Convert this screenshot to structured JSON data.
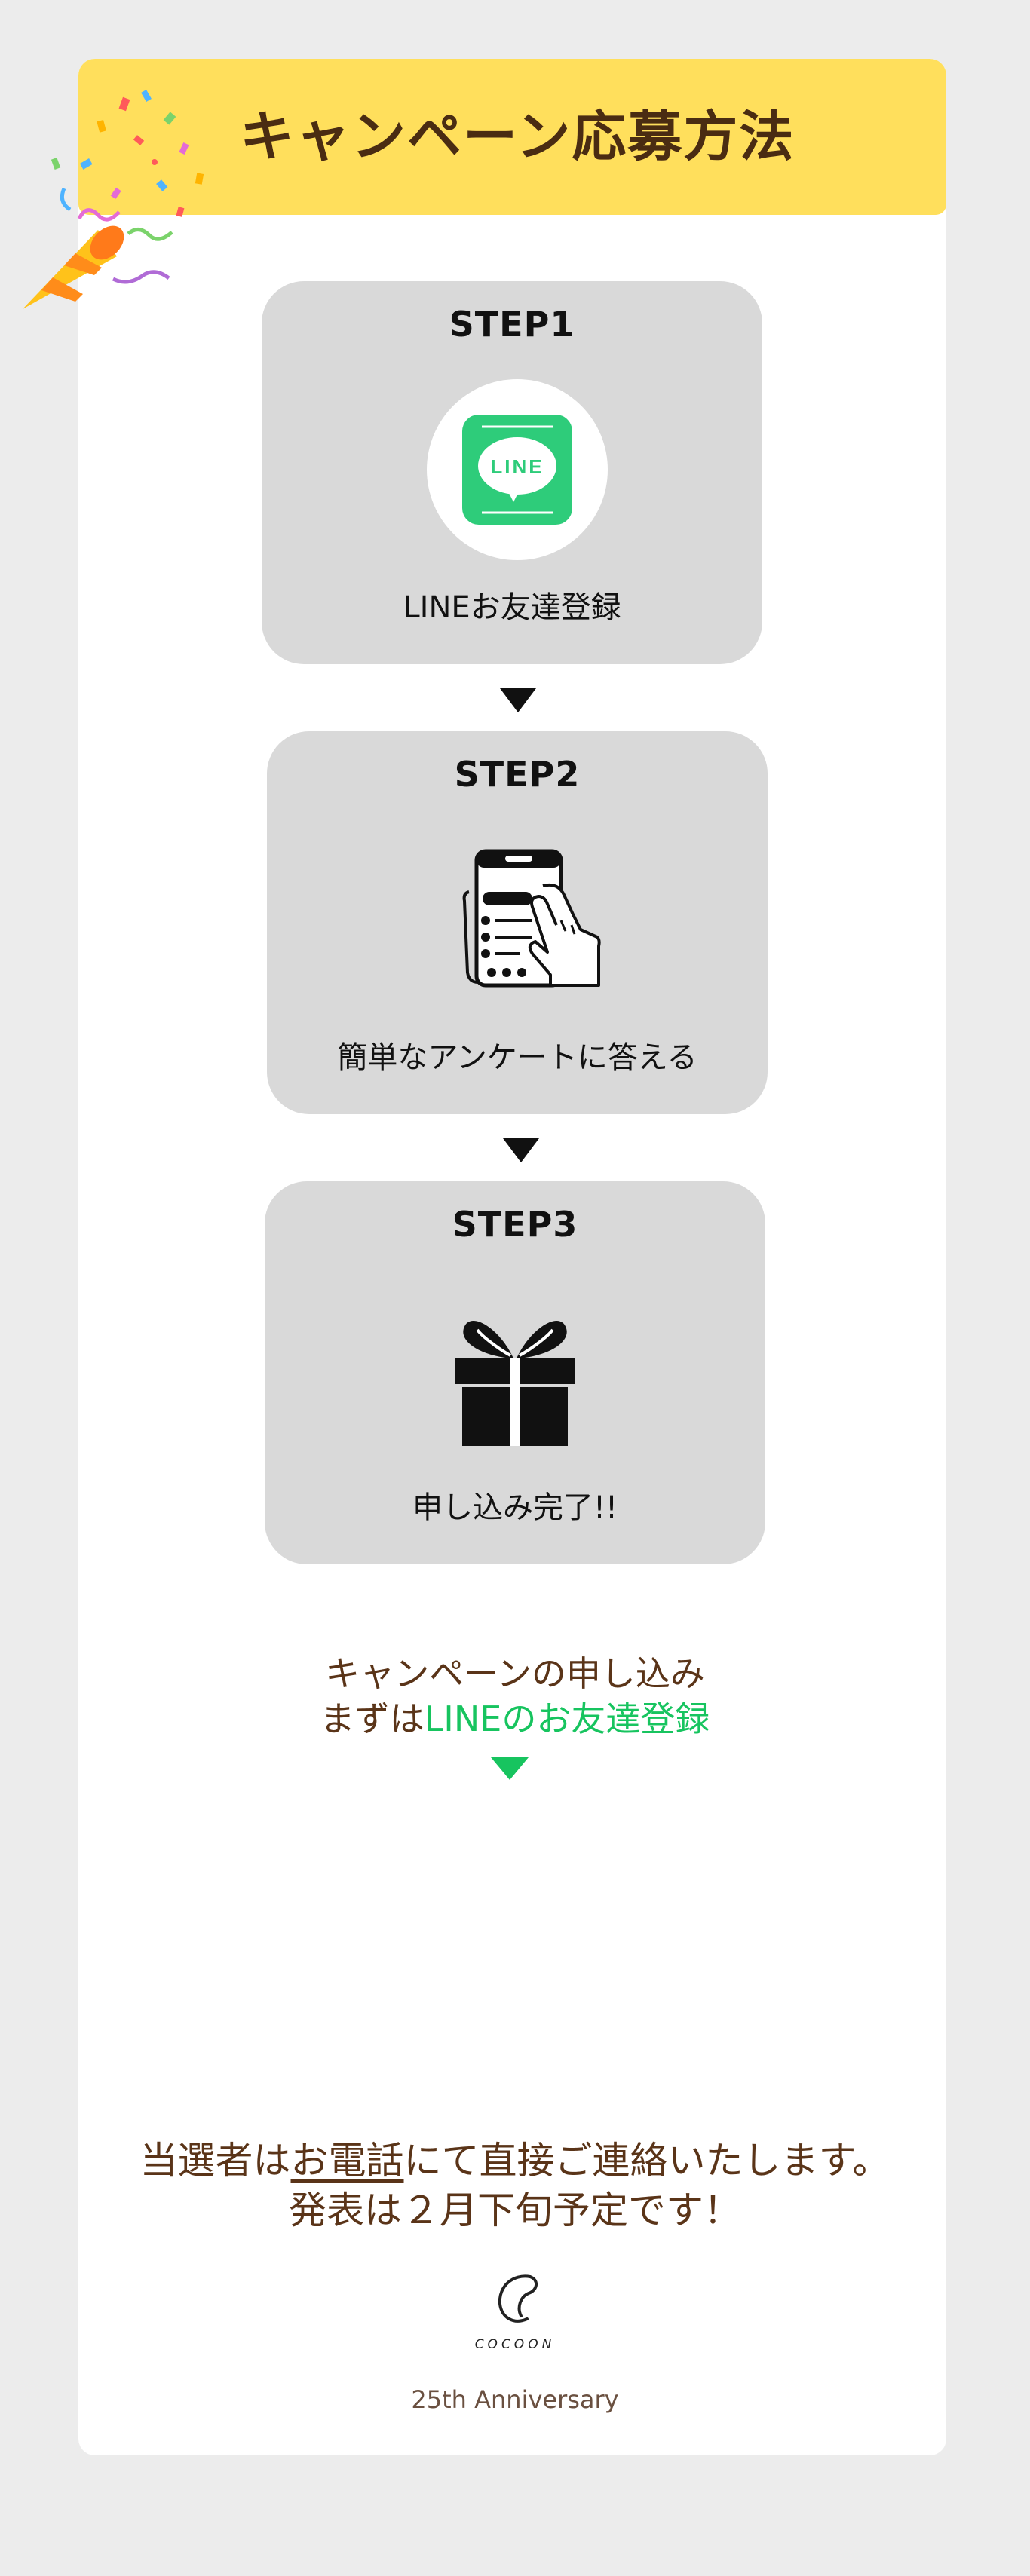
{
  "header": {
    "title": "キャンペーン応募方法"
  },
  "steps": [
    {
      "title": "STEP1",
      "label": "LINEお友達登録",
      "icon": "line-app-icon",
      "icon_text": "LINE"
    },
    {
      "title": "STEP2",
      "label": "簡単なアンケートに答える",
      "icon": "smartphone-survey-icon"
    },
    {
      "title": "STEP3",
      "label": "申し込み完了!!",
      "icon": "gift-icon"
    }
  ],
  "cta": {
    "line1": "キャンペーンの申し込み",
    "line2_prefix": "まずは",
    "line2_highlight": "LINEのお友達登録"
  },
  "notice": {
    "part1": "当選者は",
    "underlined": "お電話",
    "part2": "にて直接ご連絡いたします。",
    "line2": "発表は２月下旬予定です！"
  },
  "brand": {
    "logo_text": "COCOON",
    "anniversary": "25th  Anniversary"
  },
  "colors": {
    "header_bg": "#ffdf5c",
    "line_green": "#2ecc7a",
    "accent_green": "#17c45f",
    "brown_text": "#5a3418",
    "step_bg": "#d9d9d9"
  }
}
